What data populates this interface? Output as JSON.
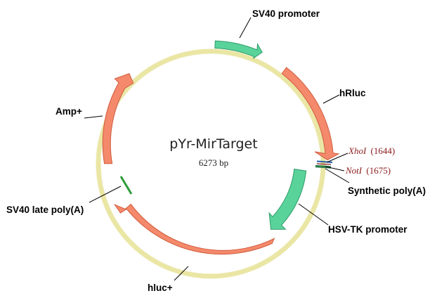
{
  "plasmid": {
    "name": "pYr-MirTarget",
    "size_text": "6273 bp",
    "backbone_color": "#f3f0b8",
    "backbone_outline": "#d9d47a"
  },
  "features": {
    "sv40_promoter": {
      "label": "SV40 promoter",
      "color": "#5ad39a",
      "stroke": "#2f9c6a"
    },
    "hrluc": {
      "label": "hRluc",
      "color": "#f4896b",
      "stroke": "#cf5b3d"
    },
    "synthetic_polya": {
      "label": "Synthetic poly(A)",
      "color": "#2e7d4f"
    },
    "hsv_tk_promoter": {
      "label": "HSV-TK promoter",
      "color": "#5ad39a",
      "stroke": "#2f9c6a"
    },
    "hluc": {
      "label": "hluc+",
      "color": "#f4896b",
      "stroke": "#cf5b3d"
    },
    "sv40_late_polya": {
      "label": "SV40 late poly(A)",
      "color": "#2e9c3a"
    },
    "amp": {
      "label": "Amp+",
      "color": "#f4896b",
      "stroke": "#cf5b3d"
    }
  },
  "sites": {
    "xhoi": {
      "name": "XhoI",
      "position": "(1644)",
      "color": "#1f5fa8"
    },
    "noti": {
      "name": "NotI",
      "position": "(1675)",
      "color": "#8b1a1a"
    }
  }
}
